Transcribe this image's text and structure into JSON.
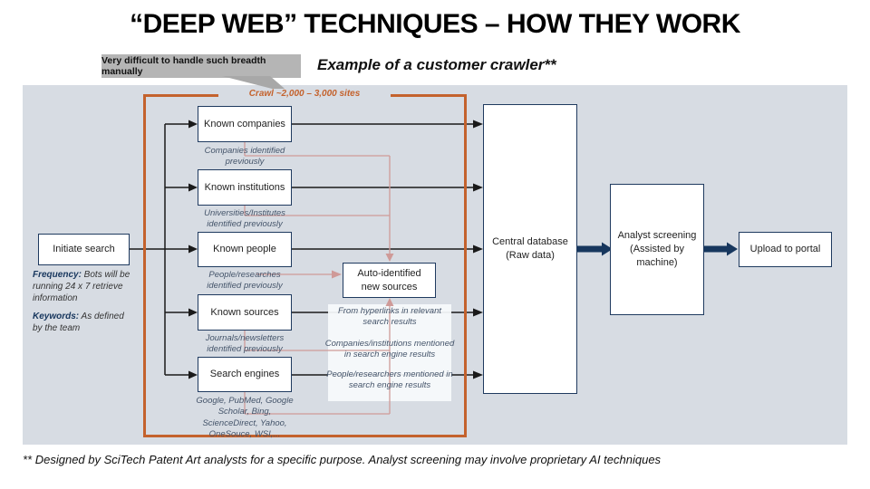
{
  "title": "“DEEP WEB” TECHNIQUES – HOW THEY WORK",
  "callout": "Very difficult to handle such breadth manually",
  "subtitle": "Example of a customer crawler**",
  "crawl_label": "Crawl ~2,000 – 3,000 sites",
  "colors": {
    "diagram_bg": "#d7dce3",
    "crawl_border": "#c4622d",
    "pink_connector": "#cf9a98",
    "navy_arrow": "#17375e",
    "box_border": "#1f3a5f",
    "callout_bg": "#b5b5b5"
  },
  "boxes": {
    "initiate": "Initiate search",
    "known_companies": "Known companies",
    "known_institutions": "Known institutions",
    "known_people": "Known people",
    "known_sources": "Known sources",
    "search_engines": "Search engines",
    "auto_identified": "Auto-identified\nnew sources",
    "central_db": "Central database\n(Raw data)",
    "analyst": "Analyst screening\n(Assisted by\nmachine)",
    "upload": "Upload to portal"
  },
  "notes": {
    "frequency_label": "Frequency:",
    "frequency_text": " Bots will be running 24 x 7 retrieve information",
    "keywords_label": "Keywords:",
    "keywords_text": " As defined by the team",
    "companies_prev": "Companies identified\npreviously",
    "institutions_prev": "Universities/Institutes\nidentified previously",
    "people_prev": "People/researches\nidentified previously",
    "sources_prev": "Journals/newsletters\nidentified previously",
    "engines_list": "Google, PubMed, Google\nScholar, Bing,\nScienceDirect, Yahoo,\nOneSouce, WSI,...",
    "hyperlinks": "From hyperlinks in relevant\nsearch results",
    "companies_mentioned": "Companies/institutions mentioned\nin search engine results",
    "people_mentioned": "People/researchers mentioned in\nsearch engine results"
  },
  "footer": "** Designed by SciTech Patent Art analysts for a specific purpose. Analyst screening may involve proprietary AI techniques"
}
